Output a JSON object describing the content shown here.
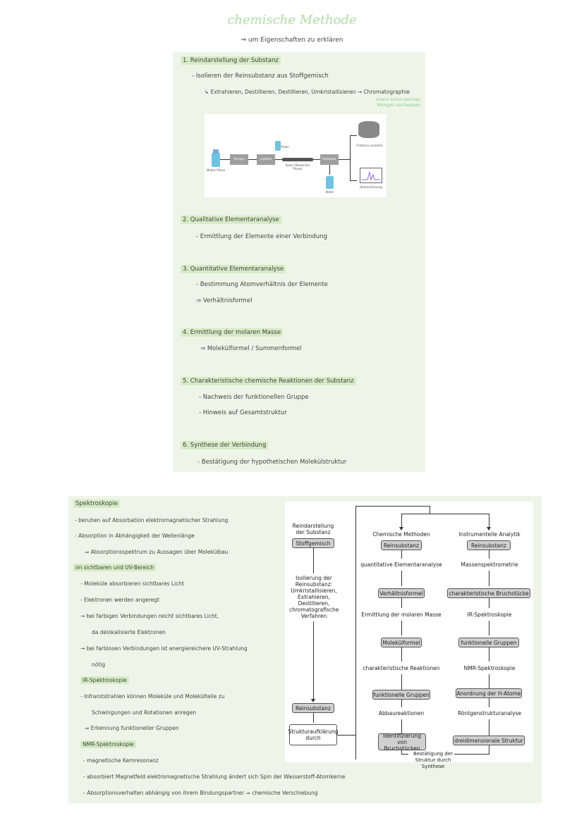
{
  "title": "chemische Methode",
  "subtitle": "⇒ um Eigenschaften zu erklären",
  "section1": {
    "heading": "1. Reindarstellung der Substanz",
    "line1": "- Isolieren der Reinsubstanz aus Stoffgemisch",
    "line2": "↳ Extrahieren, Destillieren, Destillieren, Umkristallisieren → Chromatographie",
    "note": "↳kann schon geringe Mengen nachweisen",
    "figure": {
      "mobile": "Mobile Phase",
      "pumpe": "Pumpe",
      "injektor": "Injektor",
      "probe": "Probe",
      "saeule": "Säule (Stationäre Phase)",
      "detektor": "Detektor",
      "abfall": "Abfall",
      "fraktion": "Fraktions-sammler",
      "daten": "Datenerfassung"
    }
  },
  "section2": {
    "heading": "2. Qualitative Elementaranalyse",
    "line1": "- Ermittlung der Elemente einer Verbindung"
  },
  "section3": {
    "heading": "3. Quantitative Elementaranalyse",
    "line1": "- Bestimmung Atomverhältnis der Elemente",
    "line2": "⇒ Verhältnisformel"
  },
  "section4": {
    "heading": "4. Ermittlung der molaren Masse",
    "line1": "⇒ Molekülformel / Summenformel"
  },
  "section5": {
    "heading": "5. Charakteristische chemische Reaktionen der Substanz",
    "line1": "- Nachweis der funktionellen Gruppe",
    "line2": "- Hinweis auf Gesamtstruktur"
  },
  "section6": {
    "heading": "6. Synthese der Verbindung",
    "line1": "- Bestätigung der hypothetischen Molekülstruktur"
  },
  "spektro": {
    "heading": "Spektroskopie",
    "lines": [
      "- beruhen auf Absorbation elektromagnetischer Strahlung",
      "- Absorption in Abhängigkeit der Wellenlänge",
      "⇒ Absorptionsspektrum zu Aussagen über Molekülbau",
      "im sichtbaren und UV-Bereich",
      "- Moleküle absorbieren sichtbares Licht",
      "- Elektronen werden angeregt",
      "→ bei farbigen Verbindungen reicht sichtbares Licht,",
      "da delokalisierte Elektronen",
      "→ bei farblosen Verbindungen ist energiereichere UV-Strahlung",
      "nötig",
      "IR-Spektroskopie",
      "- Infrarotstrahlen können Moleküle und Molekülteile zu",
      "Schwingungen und Rotationen anregen",
      "⇒ Erkennung funktioneller Gruppen",
      "NMR-Spektroskopie",
      "- magnetische Kernresonanz",
      "- absorbiert Magnetfeld elektromagnetische Strahlung ändert sich Spin der Wasserstoff-Atomkerne",
      "- Absorptionsverhalten abhängig von ihrem Bindungspartner ⇒ chemische Verschiebung"
    ]
  },
  "flow": {
    "left_title": "Reindarstellung der Substanz",
    "stoffgemisch": "Stoffgemisch",
    "isolierung": "Isolierung der Reinsubstanz: Umkristallisieren, Extrahieren, Destillieren, chromatografische Verfahren",
    "reinsubstanz_left": "Reinsubstanz",
    "strukturaufklaerung": "Strukturaufklärung durch",
    "mid_title": "Chemische Methoden",
    "right_title": "Instrumentelle Analytik",
    "mid": [
      "Reinsubstanz",
      "quantitative Elementaranalyse",
      "Verhältnisformel",
      "Ermittlung der molaren Masse",
      "Molekülformel",
      "charakteristische Reaktionen",
      "funktionelle Gruppen",
      "Abbaureaktionen",
      "Identifizierung von Bruchstücken"
    ],
    "right": [
      "Reinsubstanz",
      "Massenspektrometrie",
      "charakteristische Bruchstücke",
      "IR-Spektroskopie",
      "funktionelle Gruppen",
      "NMR-Spektroskopie",
      "Anordnung der H-Atome",
      "Röntgenstrukturanalyse",
      "dreidimensionale Struktur"
    ],
    "bestaetigung": "Bestätigung der Struktur durch Synthese"
  },
  "colors": {
    "panel": "#eef5e8",
    "highlight": "#d6ebc6",
    "title": "#b9deb0",
    "note": "#8ec98a"
  }
}
